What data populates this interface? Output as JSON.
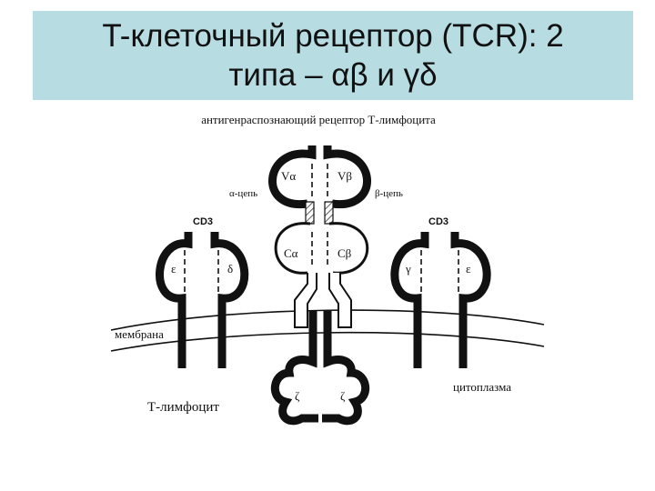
{
  "title": {
    "line1": "T-клеточный рецептор (TCR): 2",
    "line2": "типа – αβ и γδ"
  },
  "diagram": {
    "caption": "антигенраспознающий рецептор Т-лимфоцита",
    "alpha_chain_label": "α-цепь",
    "beta_chain_label": "β-цепь",
    "v_alpha": "Vα",
    "v_beta": "Vβ",
    "c_alpha": "Cα",
    "c_beta": "Cβ",
    "cd3_left_label": "CD3",
    "cd3_right_label": "CD3",
    "epsilon_left": "ε",
    "delta": "δ",
    "gamma": "γ",
    "epsilon_right": "ε",
    "zeta_left": "ζ",
    "zeta_right": "ζ",
    "membrane_label": "мембрана",
    "cytoplasm_label": "цитоплазма",
    "cell_label": "Т-лимфоцит",
    "colors": {
      "ink": "#111111",
      "banner": "#b7dde3",
      "hatch": "#444444"
    }
  }
}
